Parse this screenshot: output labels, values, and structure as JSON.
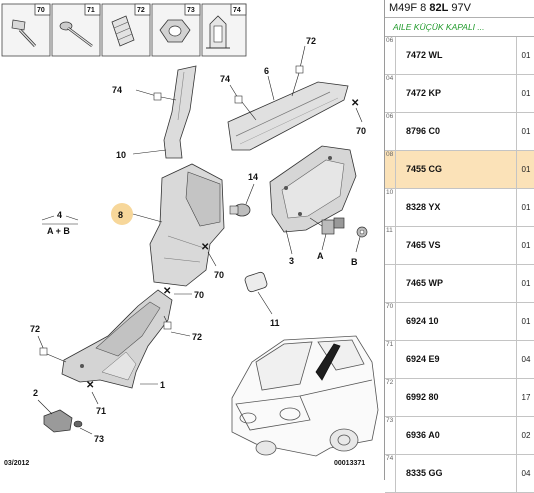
{
  "top_parts": [
    {
      "num": "70",
      "name": "screw-clip"
    },
    {
      "num": "71",
      "name": "screw"
    },
    {
      "num": "72",
      "name": "expanding-nut"
    },
    {
      "num": "73",
      "name": "nut"
    },
    {
      "num": "74",
      "name": "spring-clip"
    }
  ],
  "callouts": {
    "c74a": "74",
    "c10": "10",
    "c72a": "72",
    "c74b": "74",
    "c6": "6",
    "c70a": "70",
    "c14": "14",
    "c8": "8",
    "c4": "4",
    "c4sub": "A + B",
    "c70b": "70",
    "c3": "3",
    "cA": "A",
    "cB": "B",
    "c70c": "70",
    "c11": "11",
    "c72b": "72",
    "c72c": "72",
    "c1": "1",
    "c2": "2",
    "c71": "71",
    "c73": "73"
  },
  "footer": {
    "date": "03/2012",
    "ref": "00013371"
  },
  "parts_panel": {
    "code_prefix": "M49F 8 ",
    "code_bold": "82L",
    "code_suffix": " 97V",
    "subtitle": "AILE KÜÇÜK KAPALI ...",
    "rows": [
      {
        "idx": "06",
        "ref": "7472 WL",
        "qty": "01"
      },
      {
        "idx": "04",
        "ref": "7472 KP",
        "qty": "01"
      },
      {
        "idx": "06",
        "ref": "8796 C0",
        "qty": "01"
      },
      {
        "idx": "08",
        "ref": "7455 CG",
        "qty": "01",
        "highlight": true
      },
      {
        "idx": "10",
        "ref": "8328 YX",
        "qty": "01"
      },
      {
        "idx": "11",
        "ref": "7465 VS",
        "qty": "01"
      },
      {
        "idx": "",
        "ref": "7465 WP",
        "qty": "01"
      },
      {
        "idx": "70",
        "ref": "6924 10",
        "qty": "01"
      },
      {
        "idx": "71",
        "ref": "6924 E9",
        "qty": "04"
      },
      {
        "idx": "72",
        "ref": "6992 80",
        "qty": "17"
      },
      {
        "idx": "73",
        "ref": "6936 A0",
        "qty": "02"
      },
      {
        "idx": "74",
        "ref": "8335 GG",
        "qty": "04"
      }
    ]
  },
  "colors": {
    "highlight": "#fbe2b8",
    "callout_badge": "#f7d79a",
    "subtitle": "#1f9a2a"
  }
}
